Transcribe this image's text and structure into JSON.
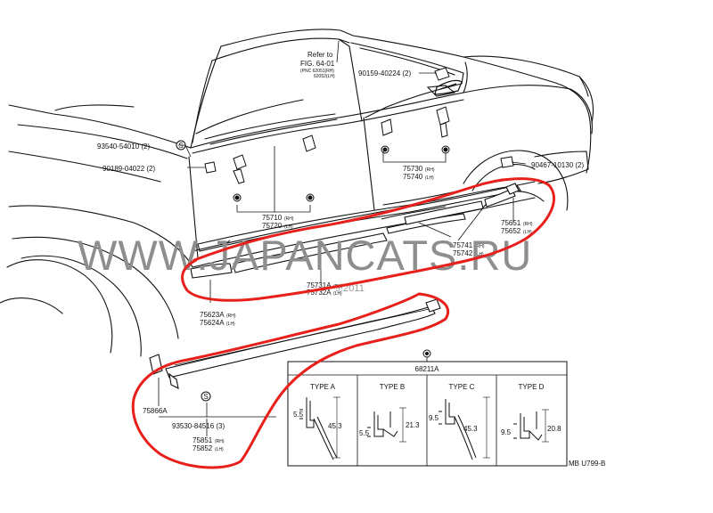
{
  "callouts": {
    "refer_line1": "Refer to",
    "refer_line2": "FIG. 64-01",
    "refer_pnc1": "(PNC 62051(RH)",
    "refer_pnc2": "62052(LH)",
    "p90159": "90159-40224 (2)",
    "p93540": "93540-54010 (2)",
    "p90189": "90189-04022 (2)",
    "p75730": "75730",
    "p75740": "75740",
    "p90467": "90467-10130 (2)",
    "p75710": "75710",
    "p75720": "75720",
    "p75651": "75651",
    "p75652": "75652",
    "p75741": "75741",
    "p75742": "75742",
    "p75731a": "75731A",
    "p75732a": "75732A",
    "p75623a": "75623A",
    "p75624a": "75624A",
    "p75866a": "75866A",
    "p93530": "93530-84516 (3)",
    "p75851": "75851",
    "p75852": "75852",
    "rh": "(RH)",
    "lh": "(LH)",
    "s_mark": "S"
  },
  "section_table": {
    "header": "68211A",
    "types": [
      "TYPE A",
      "TYPE B",
      "TYPE C",
      "TYPE D"
    ],
    "type_a": {
      "d1": "5.5",
      "d2": "45.3"
    },
    "type_b": {
      "d1": "5.5",
      "d2": "21.3"
    },
    "type_c": {
      "d1": "9.5",
      "d2": "45.3"
    },
    "type_d": {
      "d1": "9.5",
      "d2": "20.8"
    }
  },
  "figure_code": "MB U799-B",
  "watermark": {
    "text": "WWW.JAPANCATS.RU",
    "date": "9.2011"
  },
  "colors": {
    "line": "#111111",
    "highlight": "#e8201b",
    "watermark": "#8e8e8e"
  }
}
